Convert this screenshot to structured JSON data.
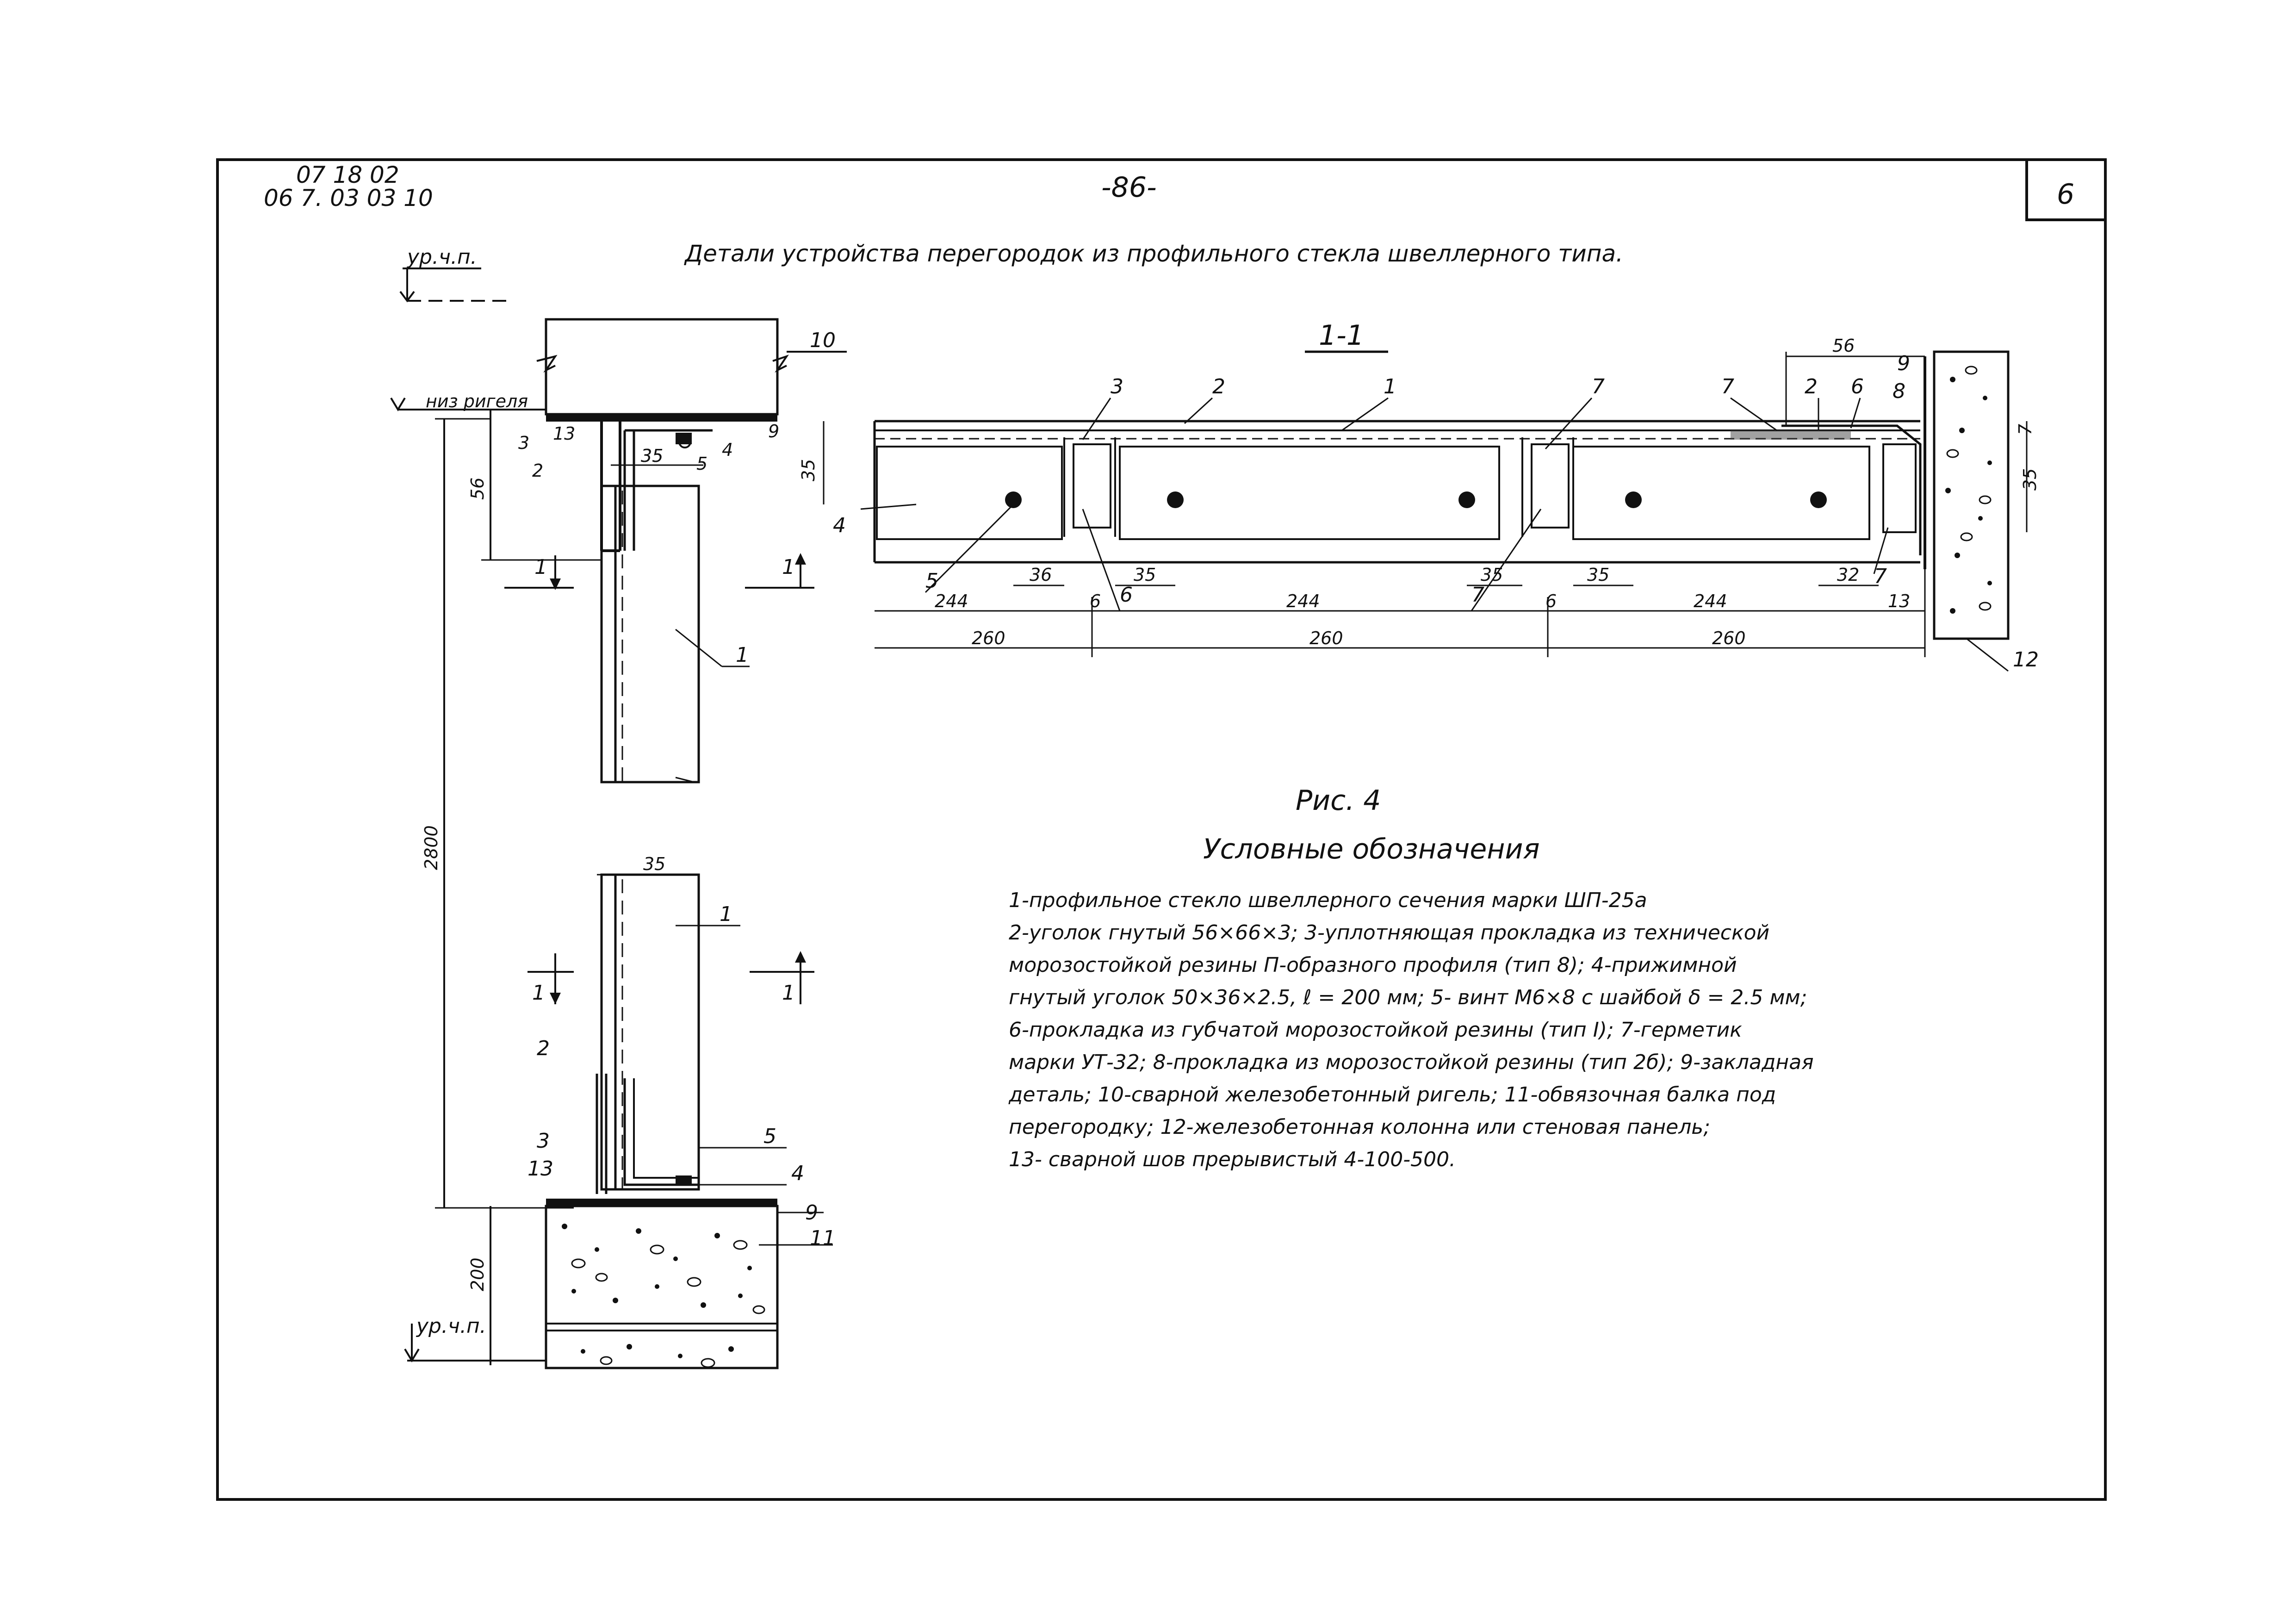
{
  "header": {
    "code_line1": "07 18 02",
    "code_line2": "06 7. 03 03 10",
    "page_number": "-86-",
    "sheet_number": "6"
  },
  "title": "Детали устройства перегородок из профильного стекла швеллерного типа.",
  "section_label": "1-1",
  "figure_caption": "Рис. 4",
  "legend_title": "Условные обозначения",
  "legend_lines": [
    "1-профильное стекло швеллерного сечения марки ШП-25а",
    "2-уголок гнутый 56×66×3; 3-уплотняющая прокладка из технической",
    "морозостойкой резины П-образного профиля (тип 8); 4-прижимной",
    "гнутый уголок 50×36×2.5,    ℓ = 200 мм; 5- винт М6×8 с шайбой  δ = 2.5 мм;",
    "6-прокладка из губчатой морозостойкой резины (тип I); 7-герметик",
    "марки УТ-32; 8-прокладка из морозостойкой резины (тип 2б); 9-закладная",
    "деталь; 10-сварной железобетонный ригель; 11-обвязочная балка под",
    "перегородку; 12-железобетонная колонна или стеновая панель;",
    "13- сварной шов прерывистый  4-100-500."
  ],
  "elevation_labels": {
    "top_level": "ур.ч.п.",
    "beam_bottom": "низ ригеля",
    "floor_level": "ур.ч.п."
  },
  "elevation_dims": {
    "height": "2800",
    "top_gap": "56",
    "bottom_block": "200",
    "glass_width": "35",
    "top_inner": "35"
  },
  "section_markers": [
    "1",
    "1",
    "1",
    "1"
  ],
  "elevation_callouts": [
    "10",
    "13",
    "3",
    "2",
    "35",
    "4",
    "5",
    "9",
    "1",
    "1",
    "2",
    "3",
    "13",
    "5",
    "4",
    "9",
    "11"
  ],
  "plan_dims": {
    "dim_56": "56",
    "dim_35_left": "35",
    "dim_35_right": "35",
    "inner": [
      "36",
      "35",
      "35",
      "35",
      "32"
    ],
    "module_244": [
      "244",
      "244",
      "244"
    ],
    "module_260": [
      "260",
      "260",
      "260"
    ],
    "small_6": [
      "6",
      "6"
    ],
    "dim_13": "13",
    "dim_7": "7"
  },
  "plan_callouts": [
    "3",
    "2",
    "1",
    "7",
    "7",
    "2",
    "6",
    "9",
    "8",
    "4",
    "5",
    "6",
    "7",
    "7",
    "12"
  ]
}
